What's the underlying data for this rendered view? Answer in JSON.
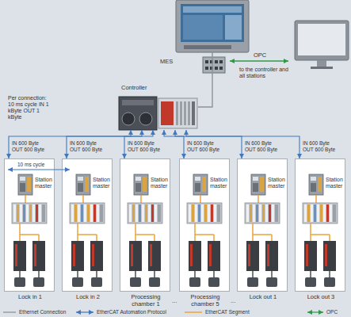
{
  "diagram": {
    "nodes": [
      {
        "text": [
          "MES"
        ]
      },
      {
        "text": [
          "Controller"
        ]
      },
      {
        "text": [
          "Lock in 1",
          "Station master"
        ]
      },
      {
        "text": [
          "Lock in 2",
          "Station master"
        ]
      },
      {
        "text": [
          "Processing chamber 1",
          "Station master"
        ]
      },
      {
        "text": [
          "Processing chamber 5",
          "Station master"
        ]
      },
      {
        "text": [
          "Lock out 1",
          "Station master"
        ]
      },
      {
        "text": [
          "Lock out 3",
          "Station master"
        ]
      }
    ],
    "edges": [
      {
        "from": 0,
        "to": 1,
        "arrow": "none"
      },
      {
        "from": 1,
        "to": 2,
        "arrow": "both",
        "label": "IN 600 Byte OUT 600 Byte"
      },
      {
        "from": 1,
        "to": 3,
        "arrow": "both",
        "label": "IN 600 Byte OUT 600 Byte"
      },
      {
        "from": 1,
        "to": 4,
        "arrow": "both",
        "label": "IN 600 Byte OUT 600 Byte"
      },
      {
        "from": 1,
        "to": 5,
        "arrow": "both",
        "label": "IN 600 Byte OUT 600 Byte"
      },
      {
        "from": 1,
        "to": 6,
        "arrow": "both",
        "label": "IN 600 Byte OUT 600 Byte"
      },
      {
        "from": 1,
        "to": 7,
        "arrow": "both",
        "label": "IN 600 Byte OUT 600 Byte"
      }
    ],
    "labels": [
      "Per connection: 10 ms cycle IN 1 kByte OUT 1 kByte",
      "OPC",
      "to the controller and all stations",
      "10 ms cycle",
      "...",
      "..."
    ],
    "legend": [
      {
        "text": "Ethernet Connection"
      },
      {
        "text": "EtherCAT Automation Protocol"
      },
      {
        "text": "EtherCAT Segment"
      },
      {
        "text": "OPC"
      }
    ]
  }
}
